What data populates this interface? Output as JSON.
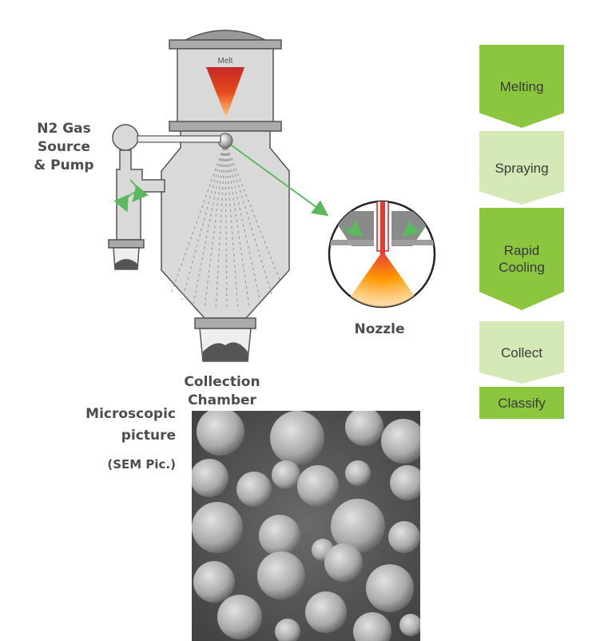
{
  "labels": {
    "n2_source": [
      "N2 Gas",
      "Source",
      "& Pump"
    ],
    "melt": "Melt",
    "nozzle": "Nozzle",
    "collection": [
      "Collection",
      "Chamber"
    ],
    "micro": [
      "Microscopic",
      "picture"
    ],
    "sem": "(SEM Pic.)"
  },
  "process_steps": [
    {
      "label": "Melting"
    },
    {
      "label": "Spraying"
    },
    {
      "label": "Rapid Cooling"
    },
    {
      "label": "Collect"
    },
    {
      "label": "Classify"
    }
  ],
  "colors": {
    "step_dark": "#8cc63f",
    "step_light": "#d4e9b6",
    "machine_gray": "#d9d9d9",
    "outline": "#555555",
    "flow_arrow": "#5cb85c",
    "text": "#4d4d4d"
  }
}
